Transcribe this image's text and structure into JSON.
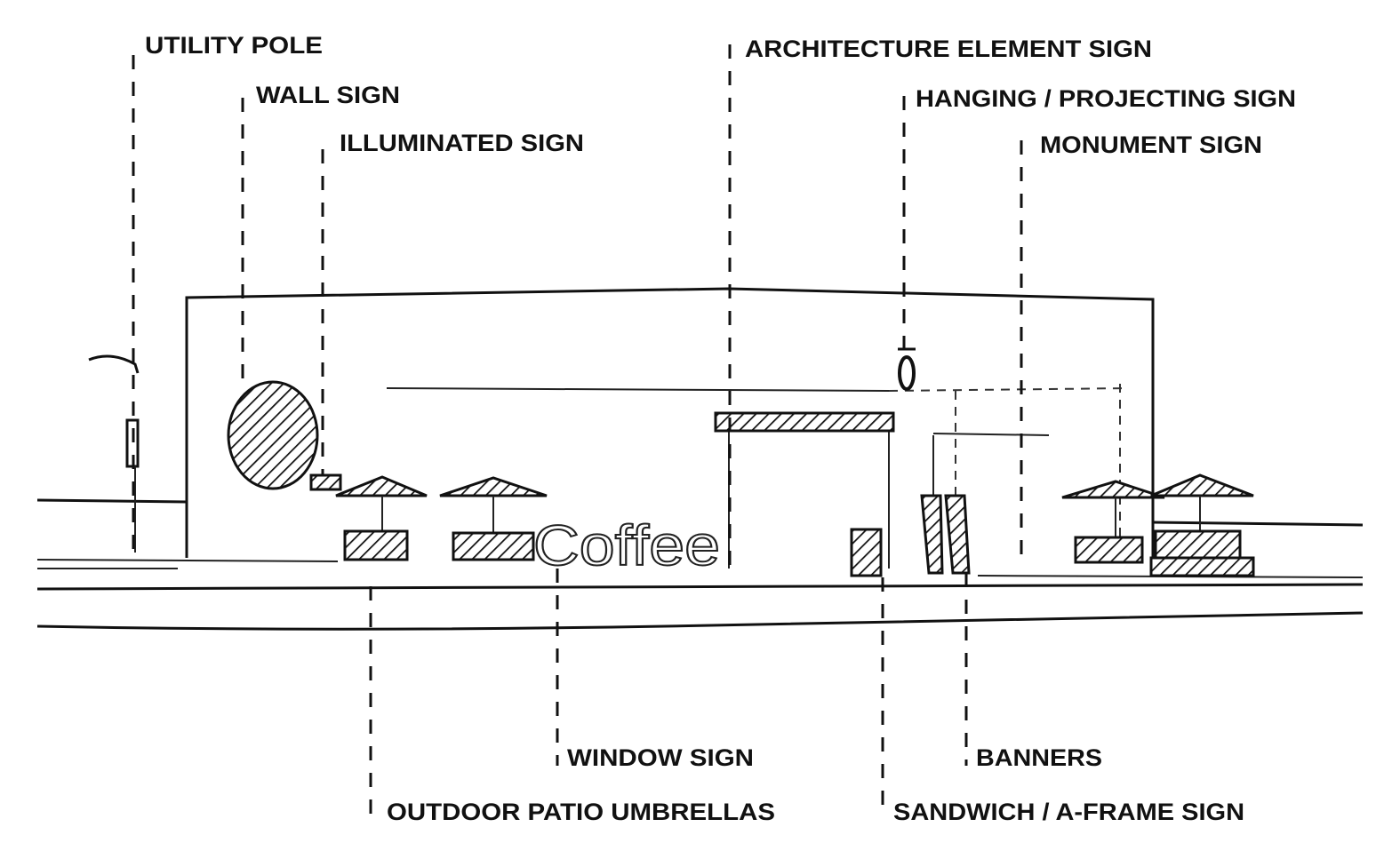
{
  "figure": {
    "labels": {
      "utility_pole": "UTILITY POLE",
      "wall_sign": "WALL SIGN",
      "illuminated_sign": "ILLUMINATED SIGN",
      "architecture_element_sign": "ARCHITECTURE ELEMENT SIGN",
      "hanging_projecting_sign": "HANGING / PROJECTING SIGN",
      "monument_sign": "MONUMENT SIGN",
      "window_sign": "WINDOW SIGN",
      "outdoor_patio_umbrellas": "OUTDOOR PATIO UMBRELLAS",
      "banners": "BANNERS",
      "sandwich_a_frame_sign": "SANDWICH / A-FRAME SIGN"
    },
    "window_text": "Coffee"
  }
}
